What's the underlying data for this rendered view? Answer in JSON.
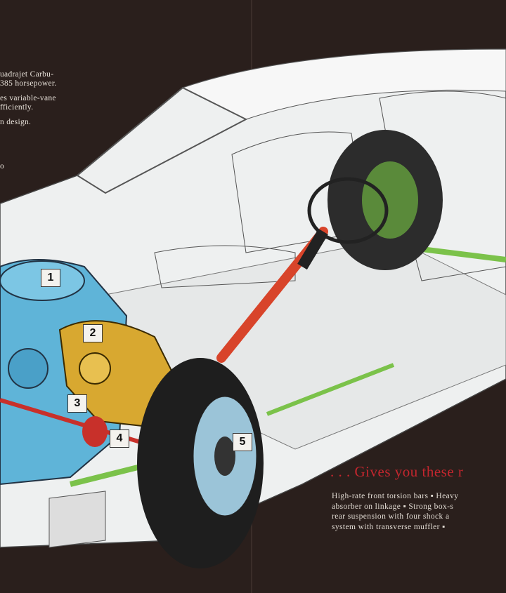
{
  "left_column": {
    "lines": [
      "uadrajet Carbu-",
      "385 horsepower.",
      "es variable-vane",
      "fficiently.",
      "n design.",
      "o"
    ]
  },
  "callouts": [
    "1",
    "2",
    "3",
    "4",
    "5"
  ],
  "right_column": {
    "headline": ". . . Gives you these r",
    "lines": [
      "High-rate front torsion bars ▪ Heavy",
      "absorber on linkage ▪ Strong box-s",
      "rear suspension with four shock a",
      "system with transverse muffler ▪"
    ]
  },
  "colors": {
    "background": "#2a1f1c",
    "headline": "#c4262e",
    "engine": "#5fb4d8",
    "alternator": "#d8a830",
    "steering": "#d8442a",
    "frame": "#7bc24a"
  }
}
